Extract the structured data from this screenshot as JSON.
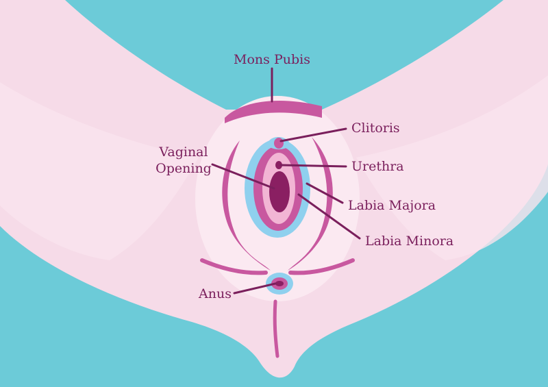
{
  "diagram": {
    "labels": {
      "mons_pubis": "Mons Pubis",
      "clitoris": "Clitoris",
      "vaginal_opening_line1": "Vaginal",
      "vaginal_opening_line2": "Opening",
      "urethra": "Urethra",
      "labia_majora": "Labia Majora",
      "labia_minora": "Labia Minora",
      "anus": "Anus"
    },
    "colors": {
      "background": "#6ccbd8",
      "skin": "#f6dbe8",
      "skin_light": "#fbe9f1",
      "magenta": "#c8589f",
      "deep": "#8a1f62",
      "blue_rim": "#8fd0ee",
      "label": "#7a1f5c"
    }
  }
}
